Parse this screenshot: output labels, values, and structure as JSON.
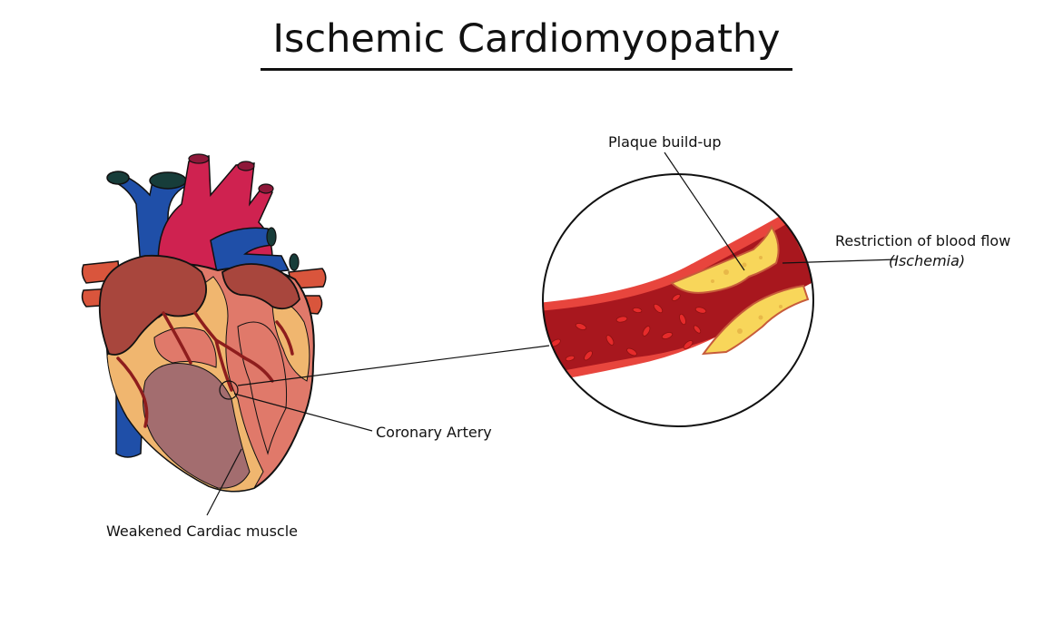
{
  "title": "Ischemic Cardiomyopathy",
  "labels": {
    "plaque": "Plaque build-up",
    "restriction": "Restriction of blood flow",
    "ischemia": "(Ischemia)",
    "coronary": "Coronary Artery",
    "weakened": "Weakened Cardiac muscle"
  },
  "colors": {
    "aorta": "#cf2250",
    "vein": "#1f4fa8",
    "vessel_opening": "#173d3a",
    "myocardium": "#e0796a",
    "ischemic_zone": "#a36d6f",
    "fat": "#f0b66f",
    "atrium": "#a8463d",
    "pulmonary": "#d9553c",
    "artery_wall": "#e8453d",
    "blood": "#a8171e",
    "red_cell": "#e62b2b",
    "plaque": "#f8d65a"
  }
}
